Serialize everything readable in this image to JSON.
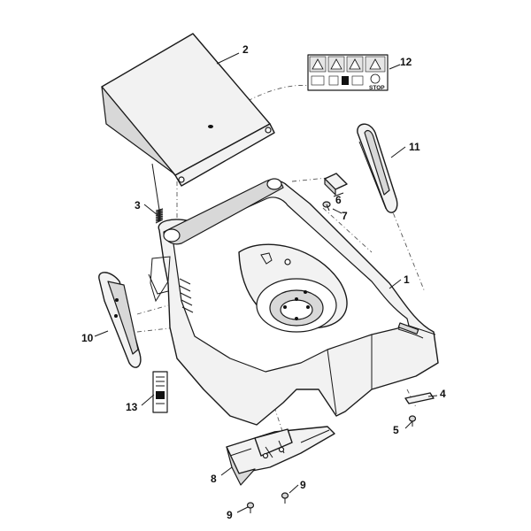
{
  "callouts": {
    "c1": "1",
    "c2": "2",
    "c3": "3",
    "c4": "4",
    "c5": "5",
    "c6": "6",
    "c7": "7",
    "c8": "8",
    "c9a": "9",
    "c9b": "9",
    "c10": "10",
    "c11": "11",
    "c12": "12",
    "c13": "13"
  },
  "warning_label": {
    "stop_text": "STOP"
  },
  "colors": {
    "line": "#1a1a1a",
    "fill": "#f2f2f2"
  }
}
